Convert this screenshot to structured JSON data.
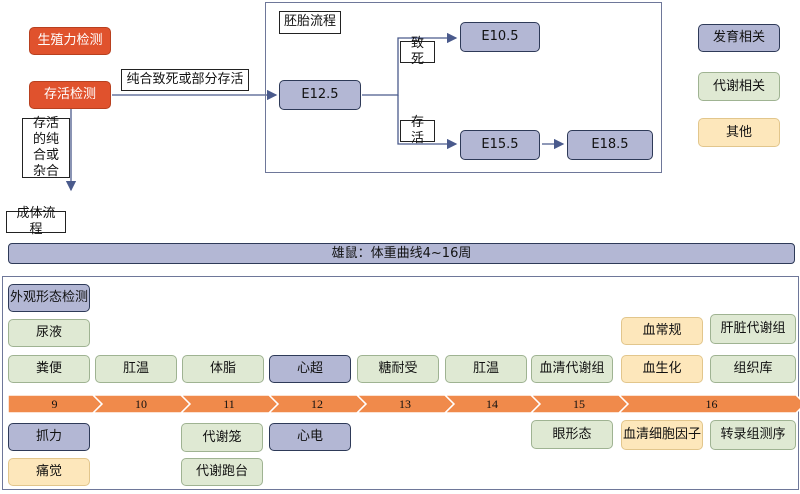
{
  "legend": {
    "development": "发育相关",
    "metabolism": "代谢相关",
    "other": "其他"
  },
  "tests": {
    "fertility": "生殖力检测",
    "survival": "存活检测",
    "survival_note": "存活的纯合或杂合"
  },
  "embryo": {
    "title": "胚胎流程",
    "edge_label": "纯合致死或部分存活",
    "lethal_label": "致死",
    "survive_label": "存活",
    "stages": {
      "e12": "E12.5",
      "e10": "E10.5",
      "e15": "E15.5",
      "e18": "E18.5"
    }
  },
  "adult": {
    "title": "成体流程",
    "banner": "雄鼠：体重曲线4~16周",
    "weeks": [
      "9",
      "10",
      "11",
      "12",
      "13",
      "14",
      "15",
      "16"
    ],
    "above": {
      "appearance": "外观形态检测",
      "urine": "尿液",
      "feces": "粪便",
      "temp10": "肛温",
      "body_fat": "体脂",
      "echo": "心超",
      "gtt": "糖耐受",
      "temp14": "肛温",
      "serum": "血清代谢组",
      "blood_routine": "血常规",
      "blood_chem": "血生化",
      "liver": "肝脏代谢组",
      "tissue": "组织库"
    },
    "below": {
      "grip": "抓力",
      "pain": "痛觉",
      "cage": "代谢笼",
      "wheel": "代谢跑台",
      "ecg": "心电",
      "eye": "眼形态",
      "cytokine": "血清细胞因子",
      "transcriptome": "转录组测序"
    }
  },
  "colors": {
    "development": "#b3b7d4",
    "metabolism": "#dfe9d3",
    "other": "#fde7bb",
    "test": "#e0522d",
    "timeline": "#f08a4b"
  }
}
